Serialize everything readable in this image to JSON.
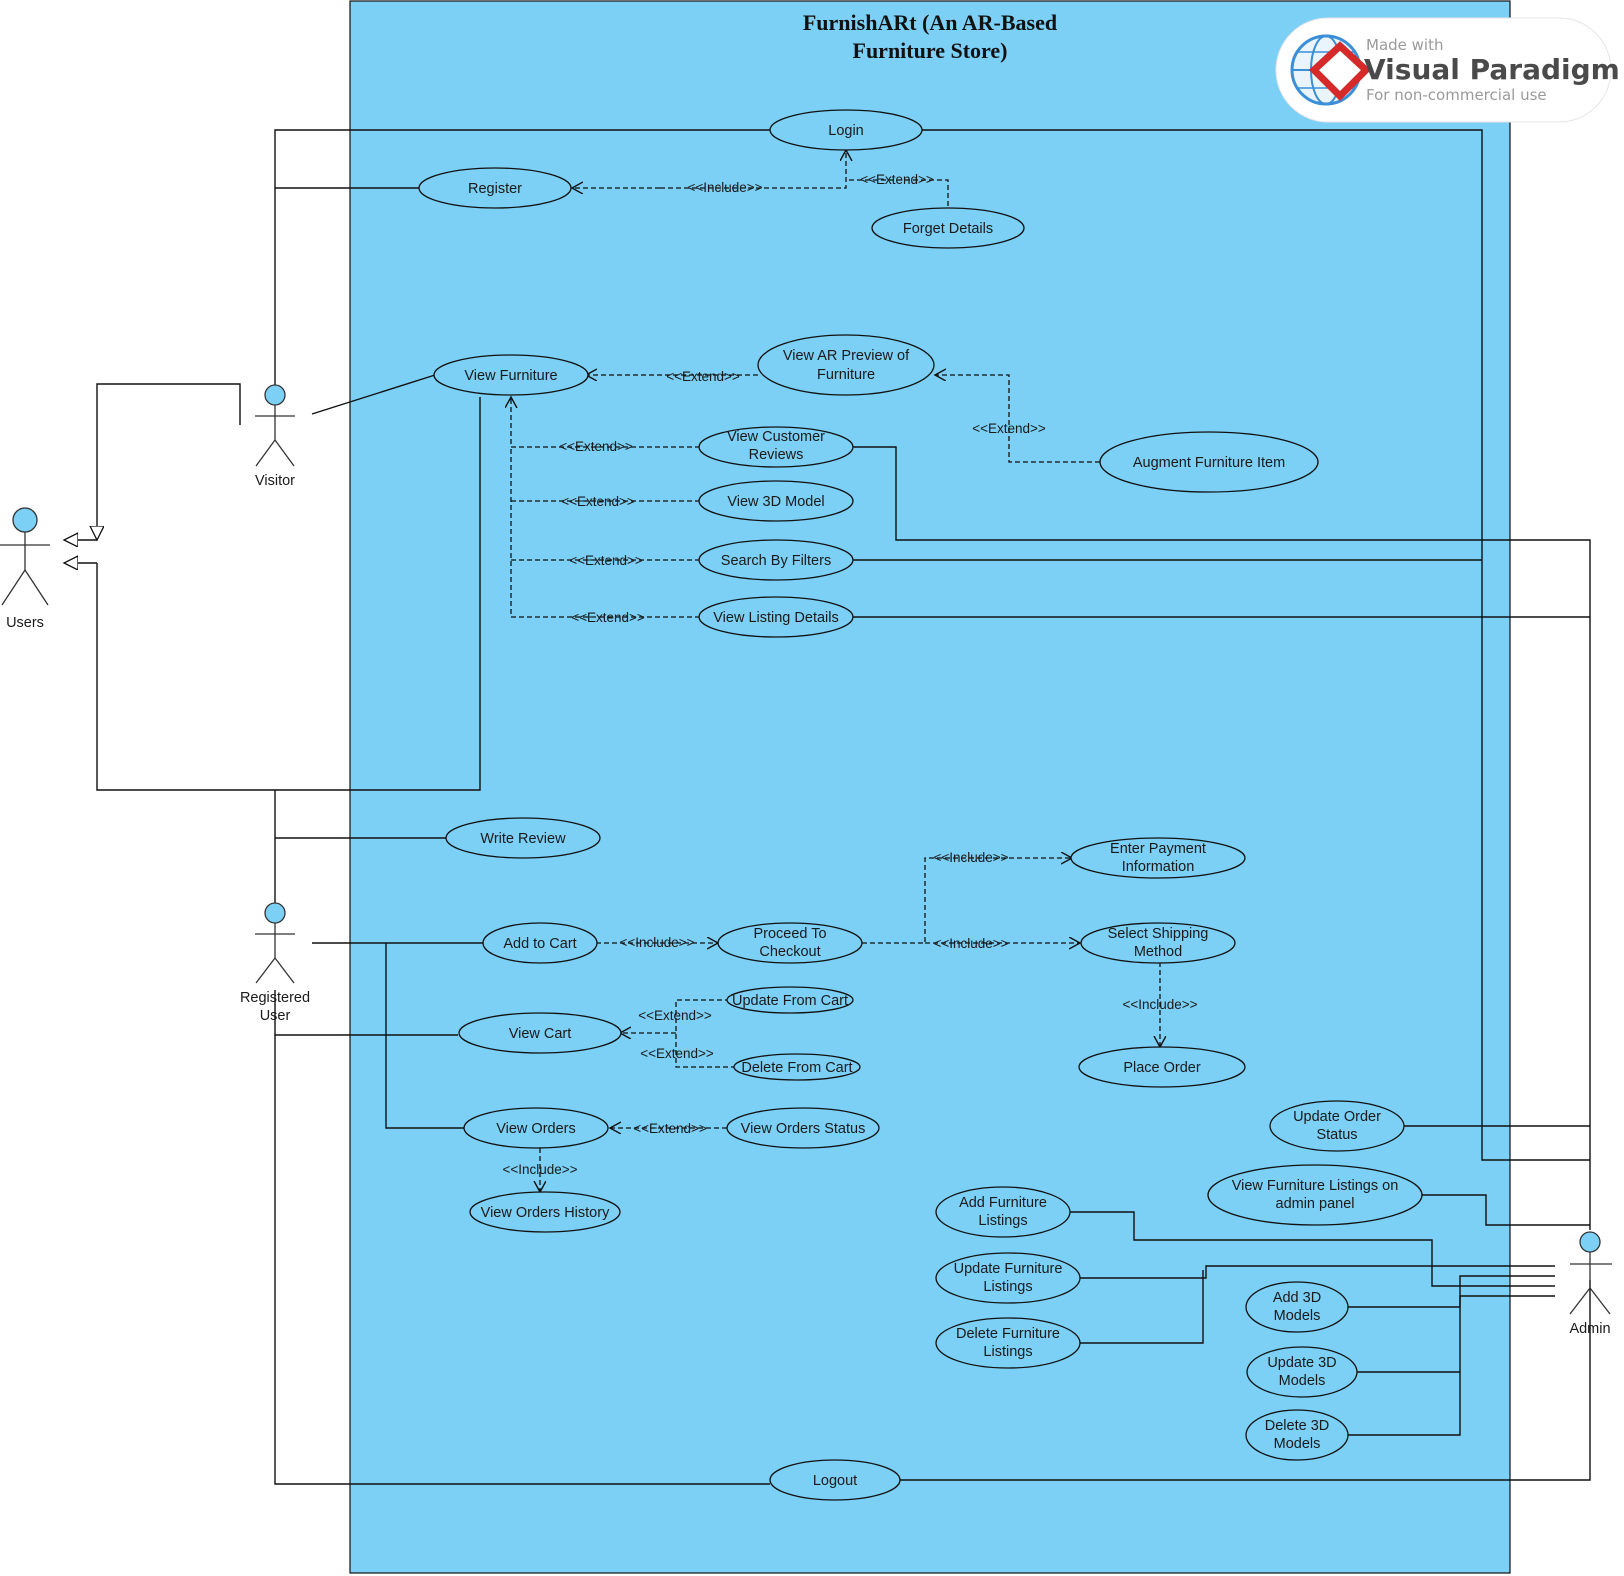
{
  "colors": {
    "system_fill": "#7ccff5",
    "use_case_fill": "#7ccff5",
    "actor_head": "#7ccff5",
    "line": "#111111",
    "watermark_red": "#d62a2a",
    "watermark_blue": "#3a8fd8"
  },
  "system": {
    "title_line1": "FurnishARt (An AR-Based",
    "title_line2": "Furniture Store)"
  },
  "watermark": {
    "made_with": "Made with",
    "brand": "Visual Paradigm",
    "note": "For non-commercial use",
    "icon": "visual-paradigm-logo-icon"
  },
  "actors": {
    "users": "Users",
    "visitor": "Visitor",
    "registered_line1": "Registered",
    "registered_line2": "User",
    "admin": "Admin"
  },
  "use_cases": {
    "login": "Login",
    "register": "Register",
    "forget_details": "Forget Details",
    "view_furniture": "View Furniture",
    "view_ar_preview_1": "View AR Preview of",
    "view_ar_preview_2": "Furniture",
    "augment_item": "Augment Furniture Item",
    "view_reviews_1": "View Customer",
    "view_reviews_2": "Reviews",
    "view_3d_model": "View 3D Model",
    "search_filters": "Search By Filters",
    "view_listing_details": "View Listing Details",
    "write_review": "Write Review",
    "add_to_cart": "Add to Cart",
    "checkout_1": "Proceed To",
    "checkout_2": "Checkout",
    "payment_1": "Enter Payment",
    "payment_2": "Information",
    "shipping_1": "Select Shipping",
    "shipping_2": "Method",
    "place_order": "Place Order",
    "view_cart": "View Cart",
    "update_from_cart": "Update From Cart",
    "delete_from_cart": "Delete From Cart",
    "view_orders": "View Orders",
    "view_orders_status": "View Orders Status",
    "view_orders_history": "View Orders History",
    "update_order_status_1": "Update Order",
    "update_order_status_2": "Status",
    "admin_listings_1": "View Furniture Listings on",
    "admin_listings_2": "admin panel",
    "add_listings_1": "Add Furniture",
    "add_listings_2": "Listings",
    "update_listings_1": "Update Furniture",
    "update_listings_2": "Listings",
    "delete_listings_1": "Delete Furniture",
    "delete_listings_2": "Listings",
    "add_3d_1": "Add 3D",
    "add_3d_2": "Models",
    "update_3d_1": "Update 3D",
    "update_3d_2": "Models",
    "delete_3d_1": "Delete 3D",
    "delete_3d_2": "Models",
    "logout": "Logout"
  },
  "relations": {
    "include": "<<Include>>",
    "extend": "<<Extend>>"
  }
}
